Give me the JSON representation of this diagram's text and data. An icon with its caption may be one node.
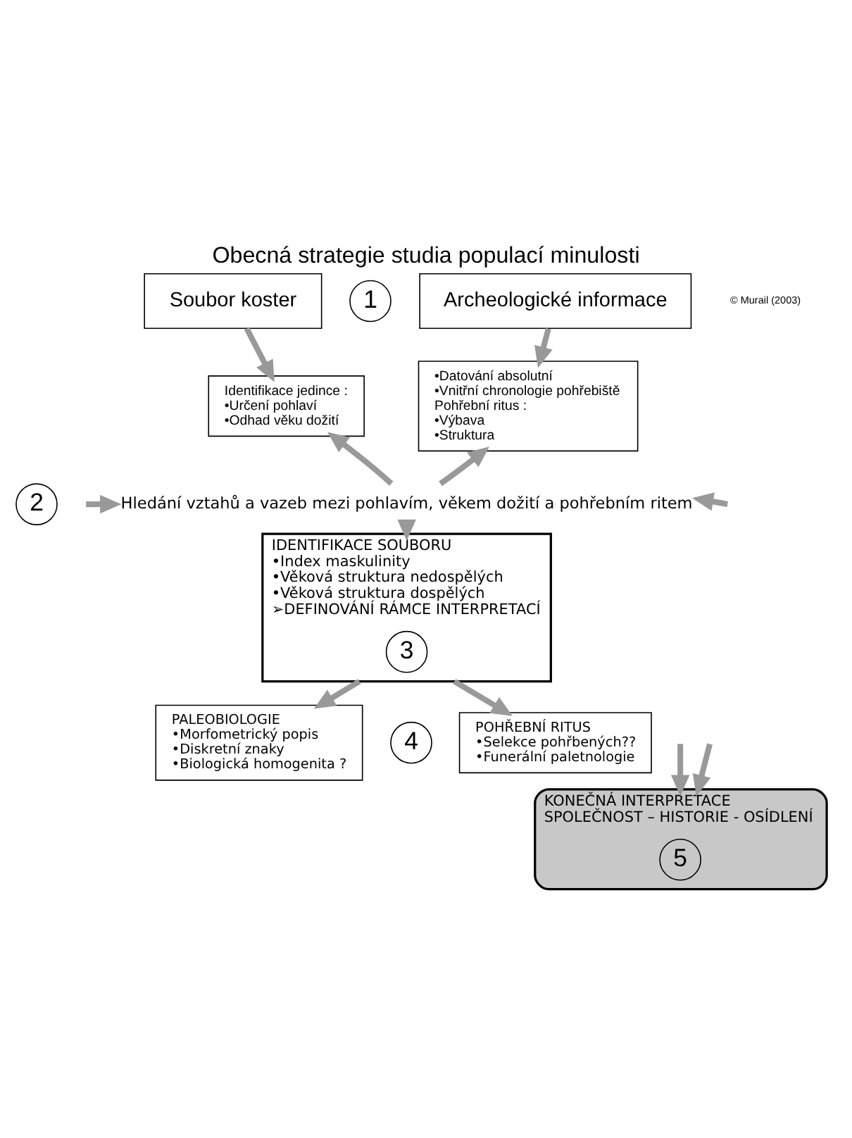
{
  "diagram": {
    "title": "Obecná strategie studia populací minulosti",
    "nodes": [
      {
        "text": [
          "Soubor koster"
        ]
      },
      {
        "text": [
          "Archeologické informace"
        ]
      },
      {
        "text": [
          "1"
        ]
      },
      {
        "text": [
          "Identifikace jedince :",
          "•Určení pohlaví",
          "•Odhad věku dožití"
        ]
      },
      {
        "text": [
          "•Datování absolutní",
          "•Vnitřní chronologie pohřebiště",
          "Pohřební ritus :",
          "•Výbava",
          "•Struktura"
        ]
      },
      {
        "text": [
          "2"
        ]
      },
      {
        "text": [
          "Hledání vztahů a vazeb mezi pohlavím, věkem dožití a pohřebním ritem"
        ]
      },
      {
        "text": [
          "IDENTIFIKACE SOUBORU",
          "•Index maskulinity",
          "•Věková struktura nedospělých",
          "•Věková struktura dospělých",
          "➢DEFINOVÁNÍ RÁMCE INTERPRETACÍ"
        ]
      },
      {
        "text": [
          "3"
        ],
        "in": 7
      },
      {
        "text": [
          "PALEOBIOLOGIE",
          "•Morfometrický popis",
          "•Diskretní znaky",
          "•Biologická homogenita ?"
        ]
      },
      {
        "text": [
          "4"
        ]
      },
      {
        "text": [
          "POHŘEBNÍ RITUS",
          "•Selekce pohřbených??",
          "•Funerální paletnologie"
        ]
      },
      {
        "text": [
          "KONEČNÁ INTERPRETACE",
          "SPOLEČNOST – HISTORIE - OSÍDLENÍ"
        ]
      },
      {
        "text": [
          "5"
        ],
        "in": 12
      }
    ],
    "edges": [
      {
        "from": 0,
        "to": 3,
        "arrow": "to"
      },
      {
        "from": 1,
        "to": 4,
        "arrow": "to"
      },
      {
        "from": 6,
        "to": 3,
        "arrow": "to"
      },
      {
        "from": 6,
        "to": 4,
        "arrow": "to"
      },
      {
        "from": null,
        "to": 6,
        "arrow": "to"
      },
      {
        "from": null,
        "to": 6,
        "arrow": "to"
      },
      {
        "from": 6,
        "to": 7,
        "arrow": "to"
      },
      {
        "from": 7,
        "to": 9,
        "arrow": "to"
      },
      {
        "from": 7,
        "to": 11,
        "arrow": "to"
      },
      {
        "from": null,
        "to": 12,
        "arrow": "to"
      },
      {
        "from": null,
        "to": 12,
        "arrow": "to"
      }
    ],
    "labels": [
      "© Murail (2003)"
    ]
  }
}
